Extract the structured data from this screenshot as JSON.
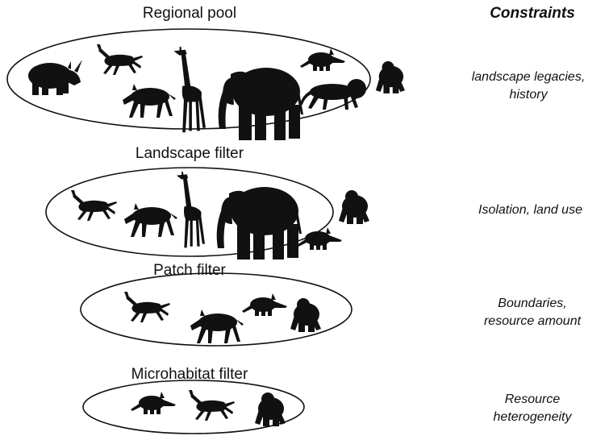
{
  "header": {
    "constraints_title": "Constraints"
  },
  "levels": [
    {
      "title": "Regional pool",
      "constraint_lines": [
        "landscape legacies,",
        "history"
      ],
      "animals": [
        "rhino",
        "gazelle",
        "zebra",
        "giraffe",
        "elephant",
        "aardvark",
        "lion",
        "gorilla"
      ]
    },
    {
      "title": "Landscape filter",
      "constraint_lines": [
        "Isolation, land use"
      ],
      "animals": [
        "gazelle",
        "zebra",
        "giraffe",
        "elephant",
        "aardvark",
        "gorilla"
      ]
    },
    {
      "title": "Patch filter",
      "constraint_lines": [
        "Boundaries,",
        "resource amount"
      ],
      "animals": [
        "gazelle",
        "zebra",
        "aardvark",
        "gorilla"
      ]
    },
    {
      "title": "Microhabitat filter",
      "constraint_lines": [
        "Resource",
        "heterogeneity"
      ],
      "animals": [
        "aardvark",
        "gazelle",
        "gorilla"
      ]
    }
  ],
  "colors": {
    "silhouette": "#111111",
    "outline": "#111111",
    "background": "#ffffff"
  }
}
